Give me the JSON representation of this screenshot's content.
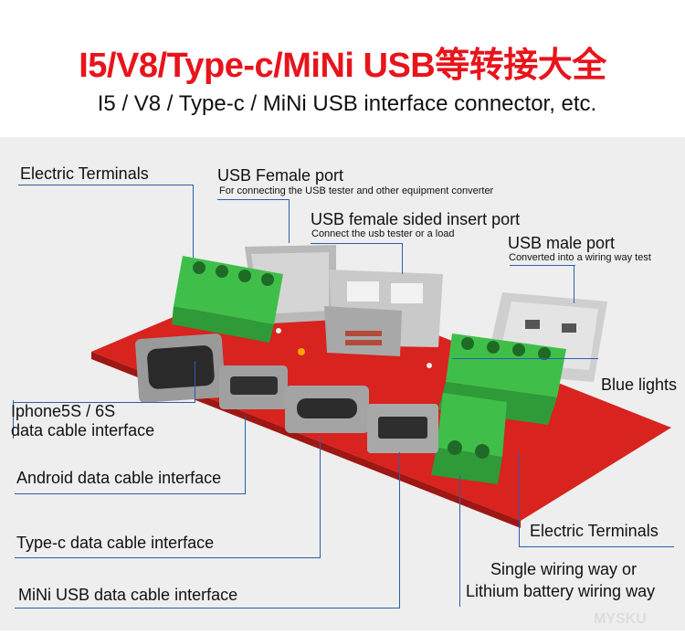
{
  "header": {
    "title": "I5/V8/Type-c/MiNi USB等转接大全",
    "subtitle": "I5 / V8 / Type-c / MiNi USB interface connector, etc."
  },
  "labels": {
    "electric_terminals_left": "Electric Terminals",
    "usb_female_port": "USB Female port",
    "usb_female_port_note": "For connecting the USB tester and other equipment converter",
    "usb_female_sided": "USB female sided insert port",
    "usb_female_sided_note": "Connect the usb tester or a load",
    "usb_male_port": "USB male port",
    "usb_male_port_note": "Converted into a wiring way test",
    "blue_lights": "Blue lights",
    "iphone_line1": "Iphone5S / 6S",
    "iphone_line2": "data cable interface",
    "android": "Android data cable interface",
    "typec": "Type-c data cable interface",
    "electric_terminals_right": "Electric Terminals",
    "mini_usb": "MiNi USB data cable interface",
    "single_wiring_line1": "Single wiring way or",
    "single_wiring_line2": "Lithium battery wiring way"
  },
  "colors": {
    "title_red": "#e8141c",
    "pcb_red": "#d8231e",
    "terminal_green": "#3fbf4a",
    "leader_blue": "#2b5fa8"
  }
}
